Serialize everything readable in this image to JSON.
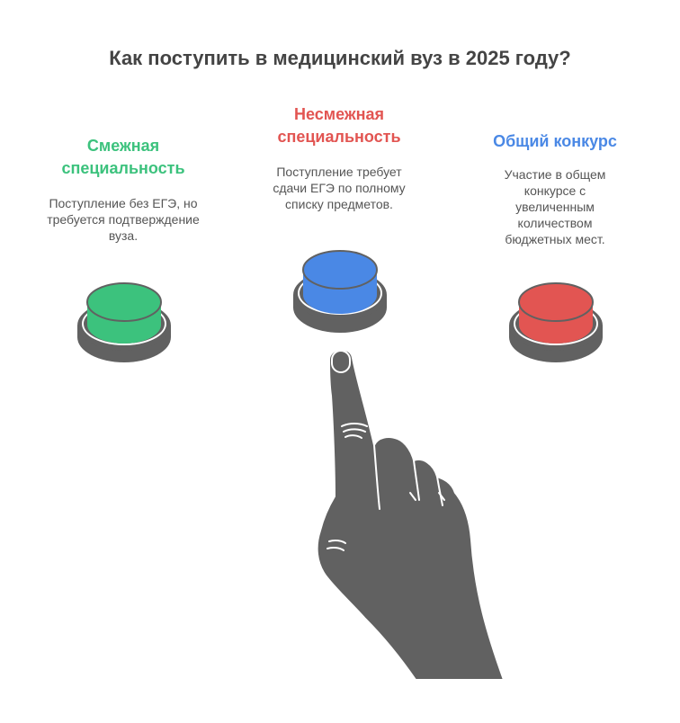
{
  "title": "Как поступить в медицинский вуз в 2025 году?",
  "options": [
    {
      "title": "Смежная специальность",
      "description": "Поступление без ЕГЭ, но требуется подтверждение вуза.",
      "color": "#3cc27d"
    },
    {
      "title": "Несмежная специальность",
      "description": "Поступление требует сдачи ЕГЭ по полному списку предметов.",
      "color": "#e25552"
    },
    {
      "title": "Общий конкурс",
      "description": "Участие в общем конкурсе с увеличенным количеством бюджетных мест.",
      "color": "#4a88e5"
    }
  ],
  "buttons": [
    {
      "color": "#3cc27d",
      "pressed": false
    },
    {
      "color": "#4a88e5",
      "pressed": true
    },
    {
      "color": "#e25552",
      "pressed": false
    }
  ],
  "icons": [
    "green-push-button-icon",
    "blue-push-button-icon",
    "red-push-button-icon",
    "pointing-hand-icon"
  ]
}
